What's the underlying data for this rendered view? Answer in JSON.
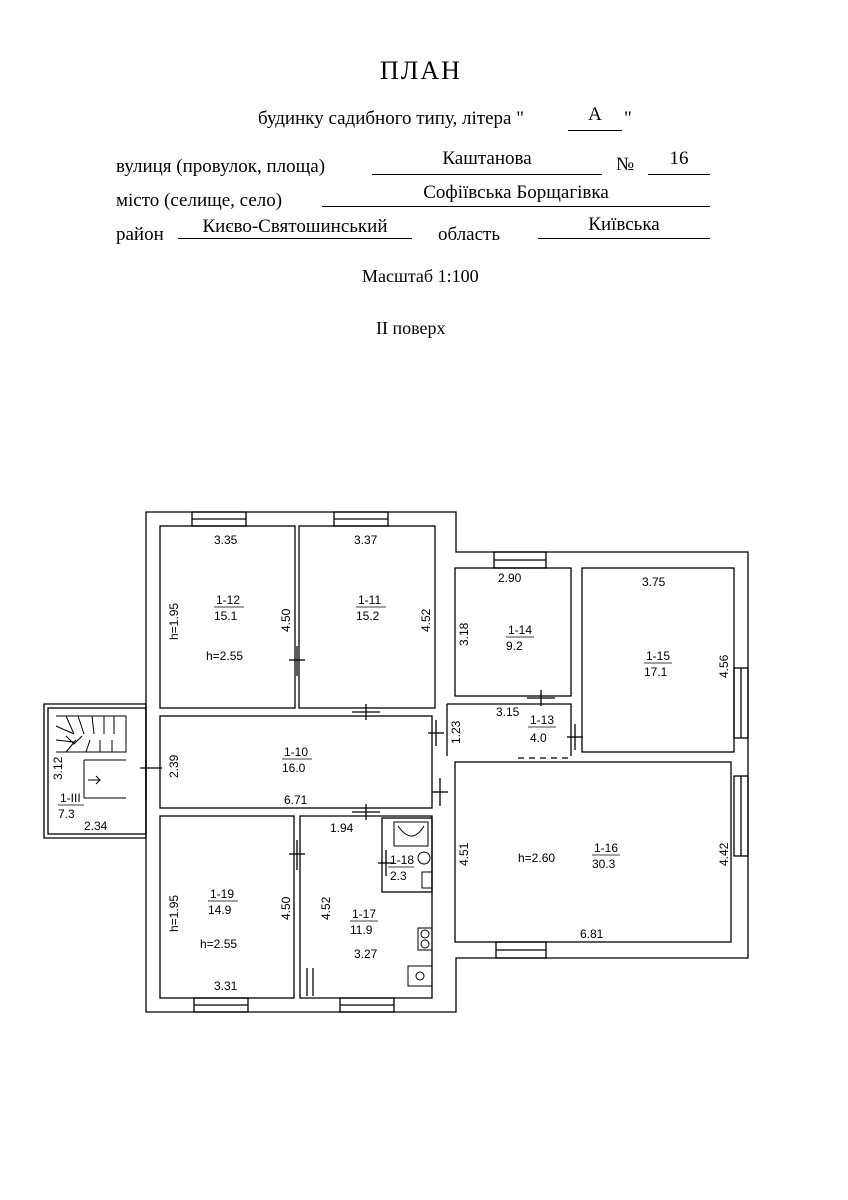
{
  "header": {
    "title": "ПЛАН",
    "subtitle_prefix": "будинку садибного типу, літера \"",
    "litera": "А",
    "subtitle_suffix": "\"",
    "street_label": "вулиця (провулок, площа)",
    "street": "Каштанова",
    "number_label": "№",
    "number": "16",
    "city_label": "місто (селище, село)",
    "city": "Софіївська Борщагівка",
    "district_label": "район",
    "district": "Києво-Святошинський",
    "region_label": "область",
    "region": "Київська",
    "scale": "Масштаб 1:100",
    "floor": "II  поверх"
  },
  "plan": {
    "rooms": [
      {
        "id": "1-12",
        "area": "15.1",
        "width": "3.35",
        "length": "4.50",
        "side": "h=1.95",
        "height": "h=2.55"
      },
      {
        "id": "1-11",
        "area": "15.2",
        "width": "3.37",
        "length": "4.52"
      },
      {
        "id": "1-14",
        "area": "9.2",
        "width": "2.90",
        "length": "3.18"
      },
      {
        "id": "1-15",
        "area": "17.1",
        "width": "3.75",
        "length": "4.56"
      },
      {
        "id": "1-13",
        "area": "4.0",
        "width": "3.15",
        "length": "1.23"
      },
      {
        "id": "1-10",
        "area": "16.0",
        "width": "6.71",
        "length": "2.39"
      },
      {
        "id": "1-III",
        "area": "7.3",
        "width": "2.34",
        "length": "3.12"
      },
      {
        "id": "1-16",
        "area": "30.3",
        "width": "6.81",
        "length": "4.51",
        "length2": "4.42",
        "height": "h=2.60"
      },
      {
        "id": "1-18",
        "area": "2.3"
      },
      {
        "id": "1-17",
        "area": "11.9",
        "width": "3.27",
        "width2": "1.94",
        "length": "4.52"
      },
      {
        "id": "1-19",
        "area": "14.9",
        "width": "3.31",
        "length": "4.50",
        "side": "h=1.95",
        "height": "h=2.55"
      }
    ]
  }
}
